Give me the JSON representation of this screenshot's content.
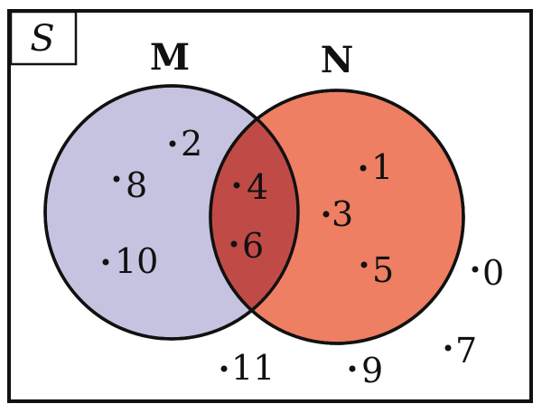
{
  "universe": {
    "label": "S"
  },
  "sets": [
    {
      "id": "M",
      "label": "M",
      "fill": "#c5c3e0",
      "stroke": "#111111"
    },
    {
      "id": "N",
      "label": "N",
      "fill": "#ee7f63",
      "stroke": "#111111"
    }
  ],
  "intersection_fill": "#c04b46",
  "elements": {
    "only_M": [
      "2",
      "8",
      "10"
    ],
    "M_and_N": [
      "4",
      "6"
    ],
    "only_N": [
      "1",
      "3",
      "5"
    ],
    "outside": [
      "0",
      "7",
      "11",
      "9"
    ]
  }
}
